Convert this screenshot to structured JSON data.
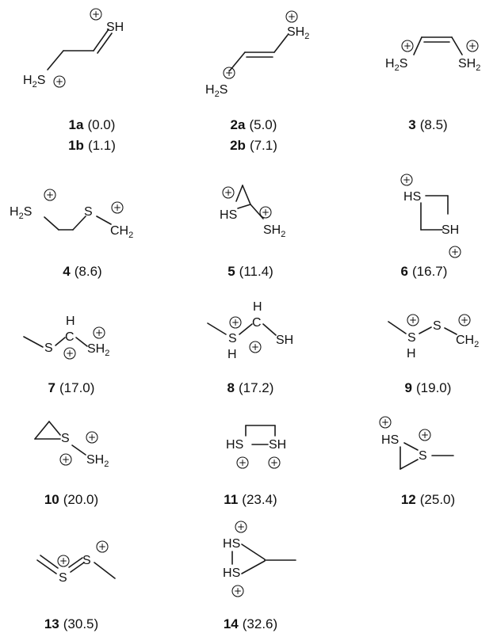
{
  "atoms": {
    "s": "S",
    "sh": "SH",
    "h": "H",
    "hs": "HS",
    "c": "C",
    "ch": "CH",
    "two": "2"
  },
  "charge_symbol": "+",
  "structures": [
    {
      "id": "1a",
      "energy": "(0.0)"
    },
    {
      "id": "1b",
      "energy": "(1.1)"
    },
    {
      "id": "2a",
      "energy": "(5.0)"
    },
    {
      "id": "2b",
      "energy": "(7.1)"
    },
    {
      "id": "3",
      "energy": "(8.5)"
    },
    {
      "id": "4",
      "energy": "(8.6)"
    },
    {
      "id": "5",
      "energy": "(11.4)"
    },
    {
      "id": "6",
      "energy": "(16.7)"
    },
    {
      "id": "7",
      "energy": "(17.0)"
    },
    {
      "id": "8",
      "energy": "(17.2)"
    },
    {
      "id": "9",
      "energy": "(19.0)"
    },
    {
      "id": "10",
      "energy": "(20.0)"
    },
    {
      "id": "11",
      "energy": "(23.4)"
    },
    {
      "id": "12",
      "energy": "(25.0)"
    },
    {
      "id": "13",
      "energy": "(30.5)"
    },
    {
      "id": "14",
      "energy": "(32.6)"
    }
  ]
}
